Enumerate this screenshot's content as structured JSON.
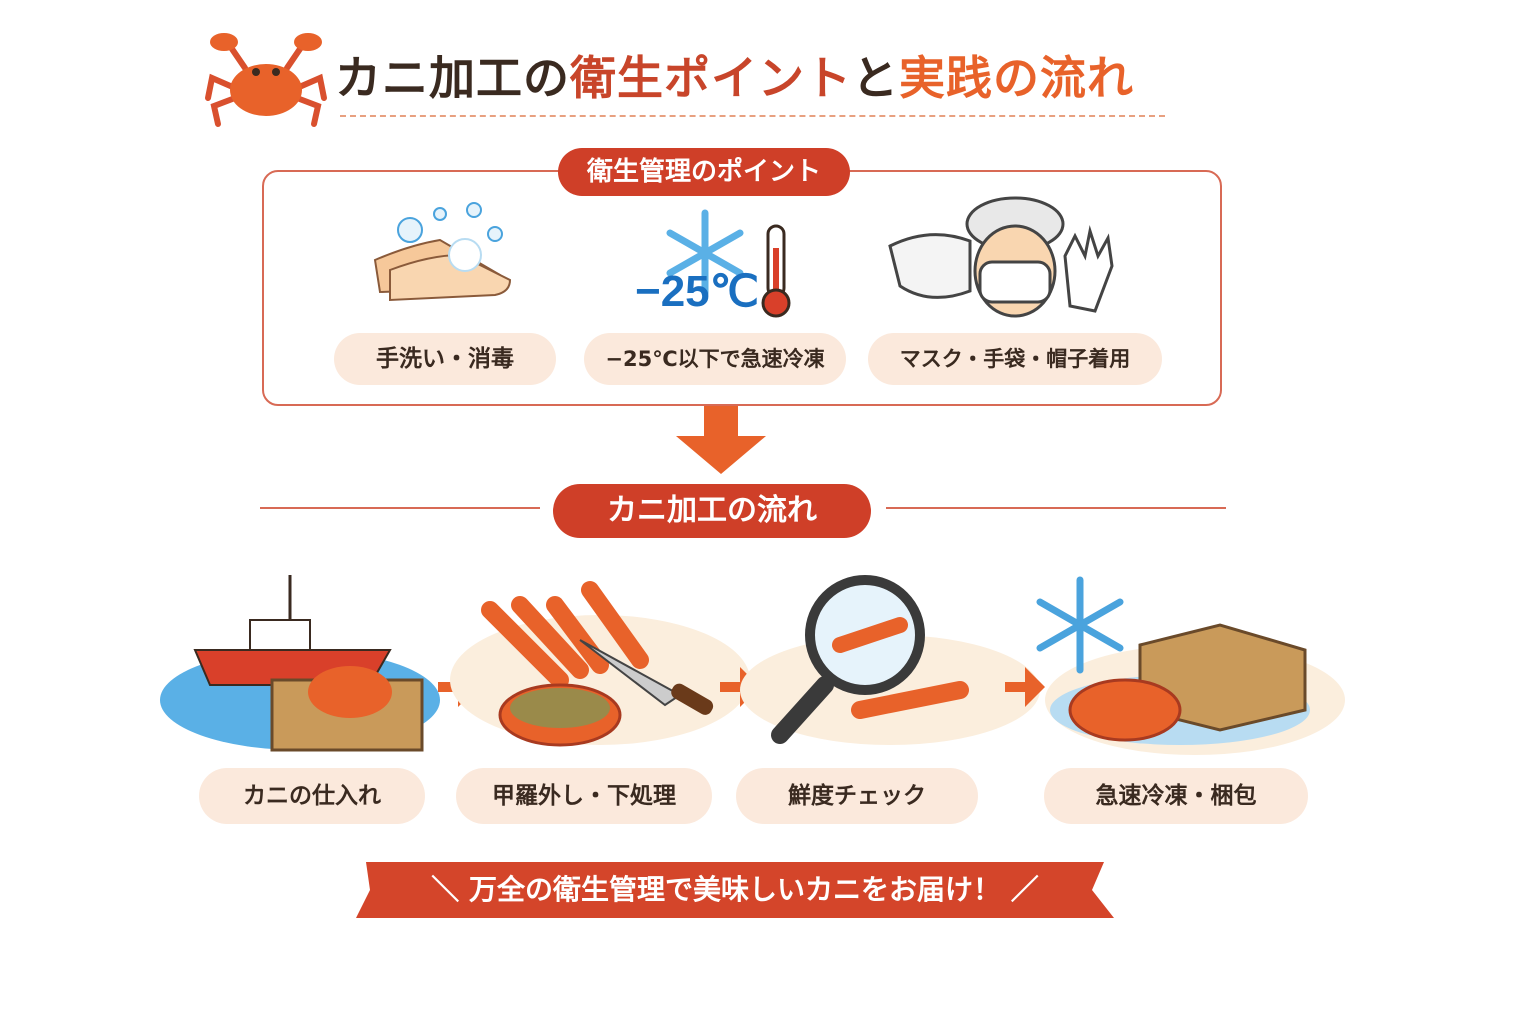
{
  "title": {
    "part1": "カニ加工の",
    "part2": "衛生ポイント",
    "part3": "と",
    "part4": "実践の流れ"
  },
  "hygiene": {
    "heading": "衛生管理のポイント",
    "items": [
      {
        "label": "手洗い・消毒",
        "icon": "hand-washing-icon"
      },
      {
        "label": "−25℃以下で急速冷凍",
        "icon": "snowflake-thermometer-icon",
        "temp_text": "−25℃"
      },
      {
        "label": "マスク・手袋・帽子着用",
        "icon": "mask-cap-gloves-icon"
      }
    ]
  },
  "flow": {
    "heading": "カニ加工の流れ",
    "steps": [
      {
        "label": "カニの仕入れ",
        "icon": "fishing-boat-crab-icon"
      },
      {
        "label": "甲羅外し・下処理",
        "icon": "crab-legs-knife-icon"
      },
      {
        "label": "鮮度チェック",
        "icon": "magnifier-icon"
      },
      {
        "label": "急速冷凍・梱包",
        "icon": "freezing-box-icon"
      }
    ]
  },
  "banner": {
    "text": "＼ 万全の衛生管理で美味しいカニをお届け！ ／"
  },
  "colors": {
    "primary": "#cf3f28",
    "accent": "#e8622a",
    "pill": "#fbe9dc",
    "ice": "#4aa3dd"
  }
}
